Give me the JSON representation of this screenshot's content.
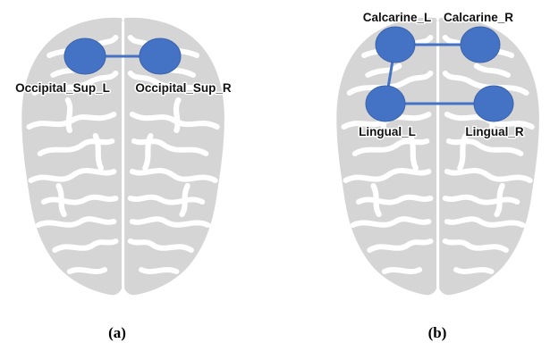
{
  "colors": {
    "brain": "#d5d5d5",
    "sulci": "#ffffff",
    "node": "#4472c4",
    "node_stroke": "#3a63ab",
    "edge": "#4472c4",
    "label": "#111111"
  },
  "panels": [
    {
      "caption": "(a)",
      "nodes": [
        {
          "id": "OSL",
          "label": "Occipital_Sup_L"
        },
        {
          "id": "OSR",
          "label": "Occipital_Sup_R"
        }
      ],
      "edges": [
        [
          "OSL",
          "OSR"
        ]
      ]
    },
    {
      "caption": "(b)",
      "nodes": [
        {
          "id": "CL",
          "label": "Calcarine_L"
        },
        {
          "id": "CR",
          "label": "Calcarine_R"
        },
        {
          "id": "LL",
          "label": "Lingual_L"
        },
        {
          "id": "LR",
          "label": "Lingual_R"
        }
      ],
      "edges": [
        [
          "CL",
          "CR"
        ],
        [
          "CL",
          "LL"
        ],
        [
          "LL",
          "LR"
        ]
      ]
    }
  ]
}
